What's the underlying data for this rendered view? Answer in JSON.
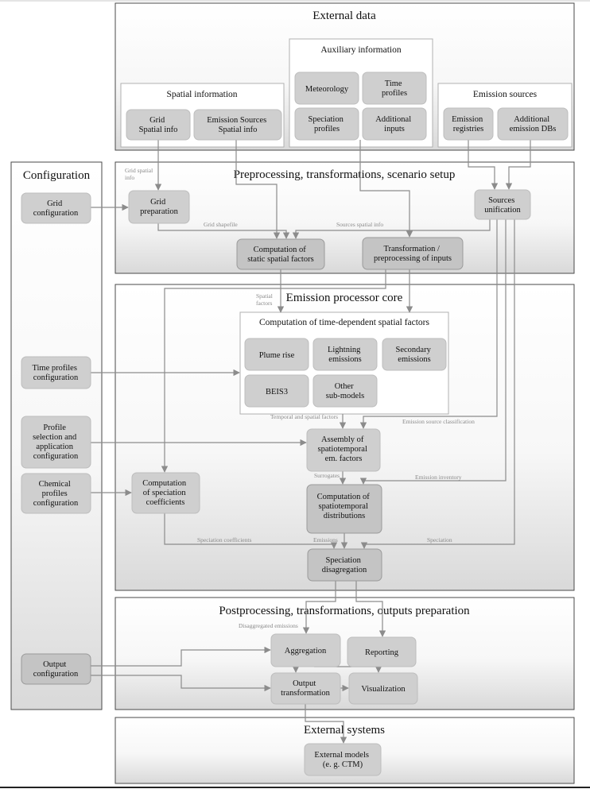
{
  "panels": {
    "external_data": "External data",
    "configuration": "Configuration",
    "preprocessing": "Preprocessing, transformations, scenario setup",
    "core": "Emission processor core",
    "postprocessing": "Postprocessing, transformations, outputs preparation",
    "external_systems": "External systems"
  },
  "subpanels": {
    "spatial": "Spatial information",
    "auxiliary": "Auxiliary information",
    "emission_sources": "Emission sources",
    "time_dependent": "Computation of time-dependent spatial factors"
  },
  "nodes": {
    "grid_spatial": [
      "Grid",
      "Spatial info"
    ],
    "emission_sources_spatial": [
      "Emission Sources",
      "Spatial info"
    ],
    "meteorology": [
      "Meteorology"
    ],
    "time_profiles": [
      "Time",
      "profiles"
    ],
    "speciation_profiles": [
      "Speciation",
      "profiles"
    ],
    "additional_inputs": [
      "Additional",
      "inputs"
    ],
    "emission_registries": [
      "Emission",
      "registries"
    ],
    "additional_emission_dbs": [
      "Additional",
      "emission DBs"
    ],
    "grid_configuration": [
      "Grid",
      "configuration"
    ],
    "grid_preparation": [
      "Grid",
      "preparation"
    ],
    "sources_unification": [
      "Sources",
      "unification"
    ],
    "static_spatial": [
      "Computation of",
      "static spatial factors"
    ],
    "transformation": [
      "Transformation /",
      "preprocessing of inputs"
    ],
    "plume_rise": [
      "Plume rise"
    ],
    "lightning": [
      "Lightning",
      "emissions"
    ],
    "secondary": [
      "Secondary",
      "emissions"
    ],
    "beis3": [
      "BEIS3"
    ],
    "other_submodels": [
      "Other",
      "sub-models"
    ],
    "time_profiles_configuration": [
      "Time profiles",
      "configuration"
    ],
    "profile_selection": [
      "Profile",
      "selection and",
      "application",
      "configuration"
    ],
    "assembly": [
      "Assembly of",
      "spatiotemporal",
      "em. factors"
    ],
    "chemical_profiles": [
      "Chemical",
      "profiles",
      "configuration"
    ],
    "speciation_coefficients": [
      "Computation",
      "of speciation",
      "coefficients"
    ],
    "spatiotemporal_distributions": [
      "Computation of",
      "spatiotemporal",
      "distributions"
    ],
    "speciation_disaggregation": [
      "Speciation",
      "disagregation"
    ],
    "output_configuration": [
      "Output",
      "configuration"
    ],
    "aggregation": [
      "Aggregation"
    ],
    "reporting": [
      "Reporting"
    ],
    "output_transformation": [
      "Output",
      "transformation"
    ],
    "visualization": [
      "Visualization"
    ],
    "external_models": [
      "External models",
      "(e. g. CTM)"
    ]
  },
  "edge_labels": {
    "grid_spatial_info": [
      "Grid spatial",
      "info"
    ],
    "grid_shapefile": [
      "Grid shapefile"
    ],
    "sources_spatial_info": [
      "Sources spatial info"
    ],
    "spatial_factors": [
      "Spatial",
      "factors"
    ],
    "temporal_spatial": [
      "Temporal and spatial factors"
    ],
    "emission_source_classification": [
      "Emission source classification"
    ],
    "surrogates": [
      "Surrogates"
    ],
    "emission_inventory": [
      "Emission inventory"
    ],
    "speciation_coefficients": [
      "Speciation coefficients"
    ],
    "emissions": [
      "Emissions"
    ],
    "speciation": [
      "Speciation"
    ],
    "disaggregated_emissions": [
      "Disaggregated emissions"
    ]
  }
}
